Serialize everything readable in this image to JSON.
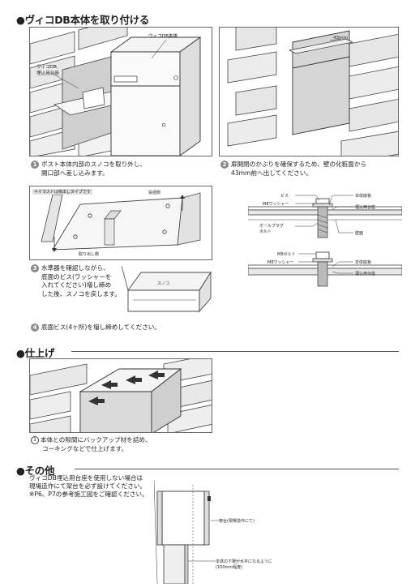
{
  "section1": {
    "title": "●ヴィコDB本体を取り付ける",
    "fig1": {
      "label_body": "ヴィコDB本体",
      "label_stand_l1": "ヴィコDB",
      "label_stand_l2": "埋込用台座"
    },
    "fig2": {
      "label_dim": "43mm"
    },
    "step1": {
      "num": "1",
      "line1": "ポスト本体内部のスノコを取り外し、",
      "line2": "開口部へ差し込みます。"
    },
    "step2": {
      "num": "2",
      "line1": "扉開閉のかぶりを確保するため、壁の化粧面から",
      "line2": "43mm前へ出してください。"
    },
    "fig3": {
      "note": "＊イラストは後出しタイプです",
      "label_top": "投函側",
      "label_bottom": "取り出し側"
    },
    "detail1": {
      "label_screw": "ビス",
      "label_washer": "M8ワッシャー",
      "label_plug_l1": "オールプラグ",
      "label_plug_l2": "ボルト",
      "label_base": "本体底板",
      "label_stand": "埋込用台座",
      "label_wall": "壁面"
    },
    "detail2": {
      "label_bolt": "M8ボルト",
      "label_washer": "M8ワッシャー",
      "label_base": "本体底板",
      "label_stand": "埋込用台座"
    },
    "step3": {
      "num": "3",
      "line1": "水準器を確認しながら、",
      "line2": "底面のビス(ワッシャーを",
      "line3": "入れてください)増し締め",
      "line4": "した後、スノコを戻します。"
    },
    "fig4": {
      "label": "スノコ"
    },
    "step4": {
      "num": "4",
      "text": "底面ビス(4ヶ所)を増し締めしてください。"
    }
  },
  "section2": {
    "title": "●仕上げ",
    "caption": {
      "num": "1",
      "line1": "本体との隙間にバックアップ材を詰め、",
      "line2": "コーキングなどで仕上げます。"
    }
  },
  "section3": {
    "title": "●その他",
    "line1": "ヴィコDB埋込用台座を使用しない場合は",
    "line2": "現場造作にて架台を必ず設けてください。",
    "line3": "※P6、P7の参考施工図をご確認ください。",
    "fig": {
      "label1": "架台(現場造作にて)",
      "label2_l1": "本体の下場が水平になるように",
      "label2_l2": "(100mm程度)"
    }
  }
}
